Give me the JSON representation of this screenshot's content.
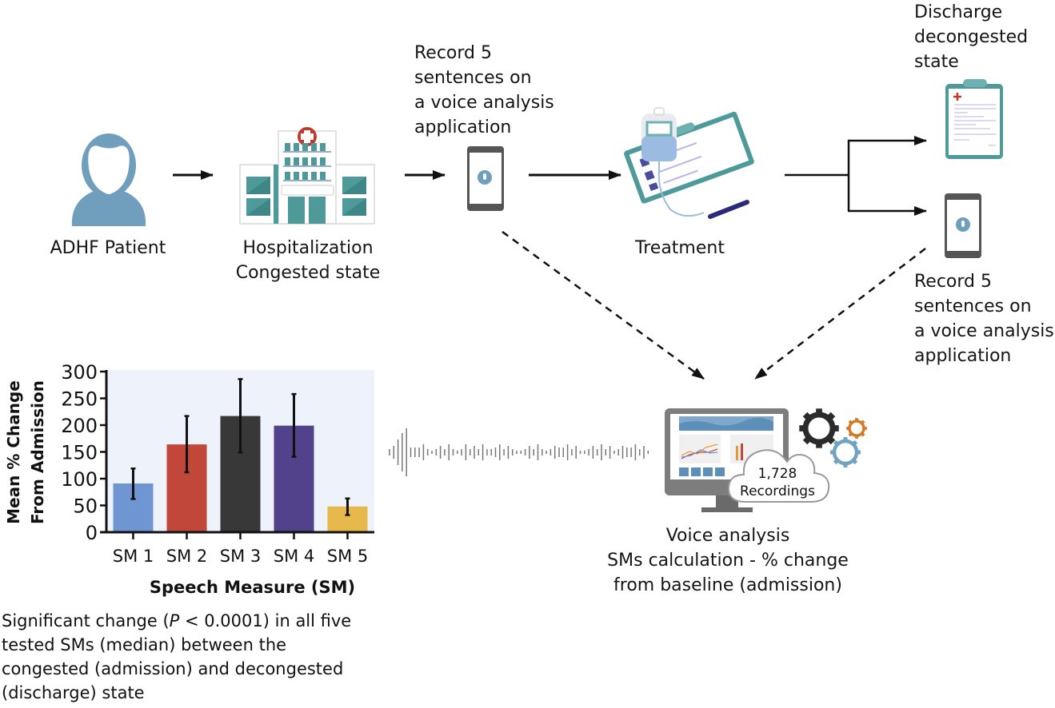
{
  "flow": {
    "patient_label": "ADHF Patient",
    "hospital_label_line1": "Hospitalization",
    "hospital_label_line2": "Congested state",
    "record_admission_lines": [
      "Record 5",
      "sentences on",
      "a voice analysis",
      "application"
    ],
    "treatment_label": "Treatment",
    "discharge_lines": [
      "Discharge",
      "decongested",
      "state"
    ],
    "record_discharge_lines": [
      "Record 5",
      "sentences on",
      "a voice analysis",
      "application"
    ],
    "cloud_count": "1,728",
    "cloud_label": "Recordings",
    "analysis_lines": [
      "Voice analysis",
      "SMs calculation - % change",
      "from baseline (admission)"
    ]
  },
  "icons": {
    "patient": "person-icon",
    "hospital": "hospital-icon",
    "phone": "smartphone-microphone-icon",
    "treatment": "iv-bag-clipboard-icon",
    "discharge": "clipboard-medical-icon",
    "monitor": "computer-monitor-icon",
    "cloud": "cloud-icon",
    "gears": "gears-icon",
    "waveform": "sound-waveform-icon"
  },
  "colors": {
    "teal": "#4e9a9b",
    "steel_blue": "#6f9fbd",
    "medical_red": "#c0392b",
    "gear_dark": "#2b2b2b",
    "gear_orange": "#d27a25",
    "gear_blue": "#6fa3c0",
    "chart_bg": "#eef2fa"
  },
  "chart_data": {
    "type": "bar",
    "title": "",
    "xlabel": "Speech Measure (SM)",
    "ylabel": "Mean % Change From Admission",
    "ylabel_lines": [
      "Mean % Change",
      "From Admission"
    ],
    "categories": [
      "SM 1",
      "SM 2",
      "SM 3",
      "SM 4",
      "SM 5"
    ],
    "values": [
      91,
      164,
      217,
      199,
      48
    ],
    "error_low": [
      62,
      112,
      149,
      141,
      32
    ],
    "error_high": [
      119,
      217,
      286,
      258,
      63
    ],
    "bar_colors": [
      "#6f95d3",
      "#c1473a",
      "#383838",
      "#51428b",
      "#e7b84b"
    ],
    "ylim": [
      0,
      300
    ],
    "yticks": [
      0,
      50,
      100,
      150,
      200,
      250,
      300
    ],
    "grid": false,
    "legend": "none"
  },
  "footnote": {
    "pre": "Significant change (",
    "p_symbol": "P",
    "post": " < 0.0001) in all five",
    "lines": [
      "tested SMs (median) between the",
      "congested (admission) and decongested",
      "(discharge) state"
    ]
  }
}
